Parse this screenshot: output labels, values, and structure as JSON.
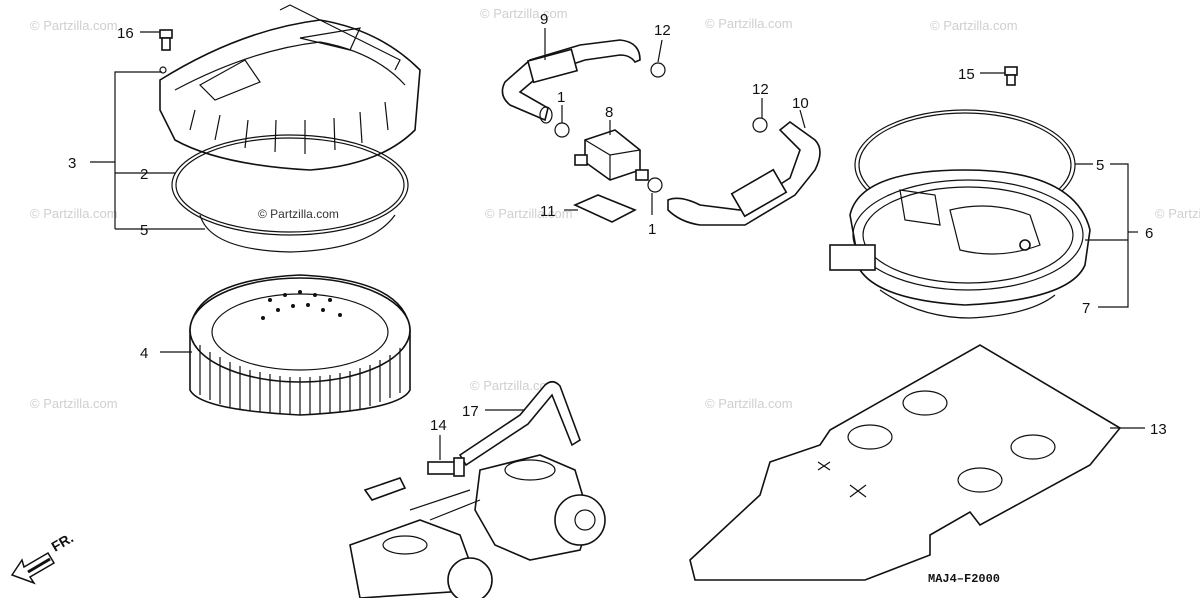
{
  "watermark": "© Partzilla.com",
  "labels": {
    "p1a": "1",
    "p1b": "1",
    "p2": "2",
    "p3": "3",
    "p4": "4",
    "p5a": "5",
    "p5b": "5",
    "p6": "6",
    "p7": "7",
    "p8": "8",
    "p9": "9",
    "p10": "10",
    "p11": "11",
    "p12a": "12",
    "p12b": "12",
    "p13": "13",
    "p14": "14",
    "p15": "15",
    "p16": "16",
    "p17": "17"
  },
  "diagram_code": "MAJ4–F2000",
  "direction_label": "FR."
}
